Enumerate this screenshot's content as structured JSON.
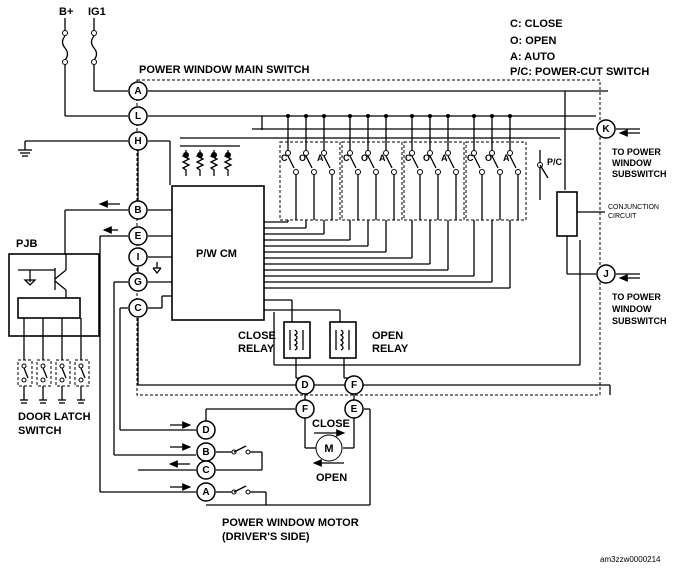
{
  "power": {
    "b_plus": "B+",
    "ig1": "IG1"
  },
  "legend": {
    "close": "C: CLOSE",
    "open": "O: OPEN",
    "auto": "A: AUTO",
    "power_cut": "P/C: POWER-CUT SWITCH"
  },
  "main_switch": {
    "title": "POWER WINDOW MAIN SWITCH",
    "cm_label": "P/W CM",
    "pc_label": "P/C",
    "conjunction_line1": "CONJUNCTION",
    "conjunction_line2": "CIRCUIT",
    "switch_letters": [
      "C",
      "O",
      "A"
    ]
  },
  "subswitch_k": {
    "line1": "TO POWER",
    "line2": "WINDOW",
    "line3": "SUBSWITCH"
  },
  "subswitch_j": {
    "line1": "TO POWER",
    "line2": "WINDOW",
    "line3": "SUBSWITCH"
  },
  "pjb": {
    "label": "PJB"
  },
  "door_latch": {
    "line1": "DOOR LATCH",
    "line2": "SWITCH"
  },
  "close_relay": {
    "line1": "CLOSE",
    "line2": "RELAY"
  },
  "open_relay": {
    "line1": "OPEN",
    "line2": "RELAY"
  },
  "motor": {
    "symbol": "M",
    "close": "CLOSE",
    "open": "OPEN",
    "title_line1": "POWER WINDOW MOTOR",
    "title_line2": "(DRIVER'S SIDE)"
  },
  "pins": {
    "A": "A",
    "L": "L",
    "H": "H",
    "B": "B",
    "E": "E",
    "I": "I",
    "G": "G",
    "C": "C",
    "K": "K",
    "J": "J",
    "D": "D",
    "F": "F"
  },
  "footer": {
    "code": "am3zzw0000214"
  }
}
